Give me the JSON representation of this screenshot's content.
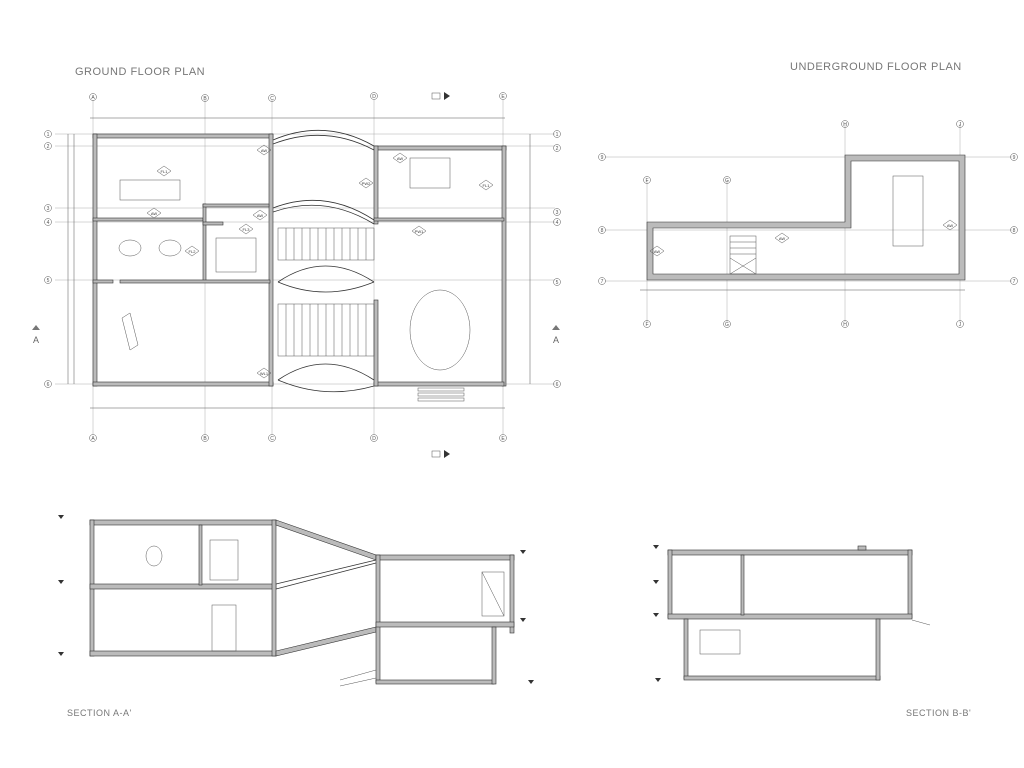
{
  "titles": {
    "ground_floor": "GROUND FLOOR  PLAN",
    "underground_floor": "UNDERGROUND FLOOR  PLAN",
    "section_a": "SECTION A-A'",
    "section_b": "SECTION B-B'"
  },
  "ground_grid": {
    "letters": [
      "A",
      "B",
      "C",
      "D",
      "E"
    ],
    "numbers": [
      "1",
      "2",
      "3",
      "4",
      "5",
      "6"
    ],
    "section_marker": "A"
  },
  "ground_tags": [
    "FL1",
    "FL2",
    "FL3",
    "FL1",
    "AW",
    "AW",
    "AW",
    "AW",
    "PW2",
    "PW1",
    "WL1"
  ],
  "under_grid": {
    "letters": [
      "F",
      "G",
      "H",
      "J"
    ],
    "numbers": [
      "9",
      "8",
      "7"
    ]
  },
  "under_tags": [
    "AW",
    "AW",
    "AW"
  ]
}
